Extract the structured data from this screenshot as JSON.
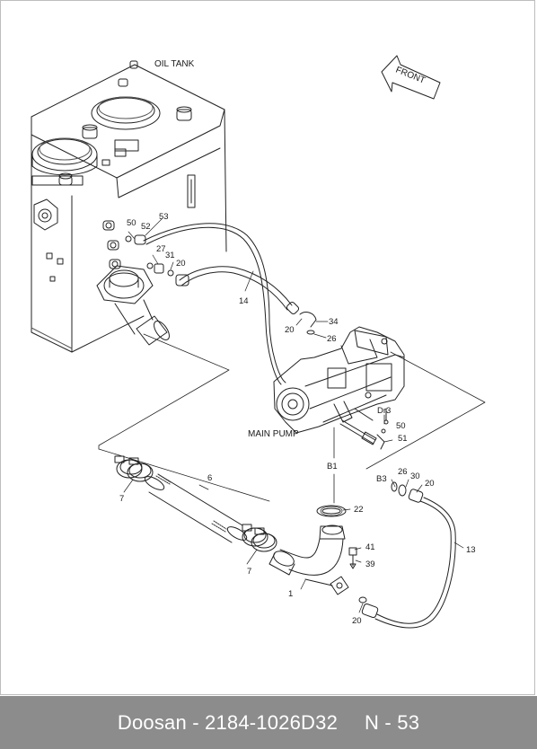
{
  "drawing": {
    "titles": {
      "oil_tank": "OIL TANK",
      "main_pump": "MAIN PUMP",
      "front": "FRONT"
    },
    "callouts": {
      "c50a": "50",
      "c52": "52",
      "c53": "53",
      "c27": "27",
      "c31": "31",
      "c20a": "20",
      "c14": "14",
      "c20b": "20",
      "c34": "34",
      "c26a": "26",
      "c6": "6",
      "c7a": "7",
      "c7b": "7",
      "c22": "22",
      "c41": "41",
      "c39": "39",
      "c1": "1",
      "c20c": "20",
      "c13": "13",
      "cB1": "B1",
      "cB3": "B3",
      "c26b": "26",
      "c30": "30",
      "c20d": "20",
      "cDr3": "Dr3",
      "c50b": "50",
      "c51": "51"
    }
  },
  "footer": {
    "brand": "Doosan - 2184-1026D32",
    "page": "N - 53"
  }
}
